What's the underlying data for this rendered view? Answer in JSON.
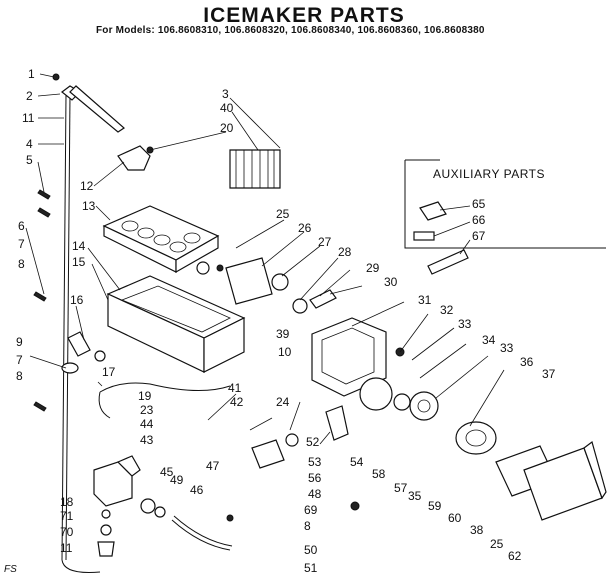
{
  "title": "ICEMAKER PARTS",
  "models_line": "For Models: 106.8608310, 106.8608320, 106.8608340, 106.8608360, 106.8608380",
  "auxiliary_title": "AUXILIARY PARTS",
  "corner_mark": "FS",
  "callouts": [
    "1",
    "2",
    "11",
    "4",
    "5",
    "6",
    "7",
    "8",
    "9",
    "7",
    "8",
    "12",
    "13",
    "14",
    "15",
    "16",
    "17",
    "19",
    "23",
    "44",
    "43",
    "45",
    "18",
    "71",
    "70",
    "11",
    "49",
    "46",
    "47",
    "3",
    "40",
    "20",
    "25",
    "26",
    "27",
    "28",
    "29",
    "30",
    "39",
    "10",
    "31",
    "32",
    "33",
    "34",
    "33",
    "36",
    "37",
    "41",
    "42",
    "24",
    "52",
    "53",
    "56",
    "48",
    "54",
    "58",
    "57",
    "35",
    "59",
    "60",
    "38",
    "25",
    "62",
    "69",
    "8",
    "50",
    "51",
    "65",
    "66",
    "67"
  ]
}
